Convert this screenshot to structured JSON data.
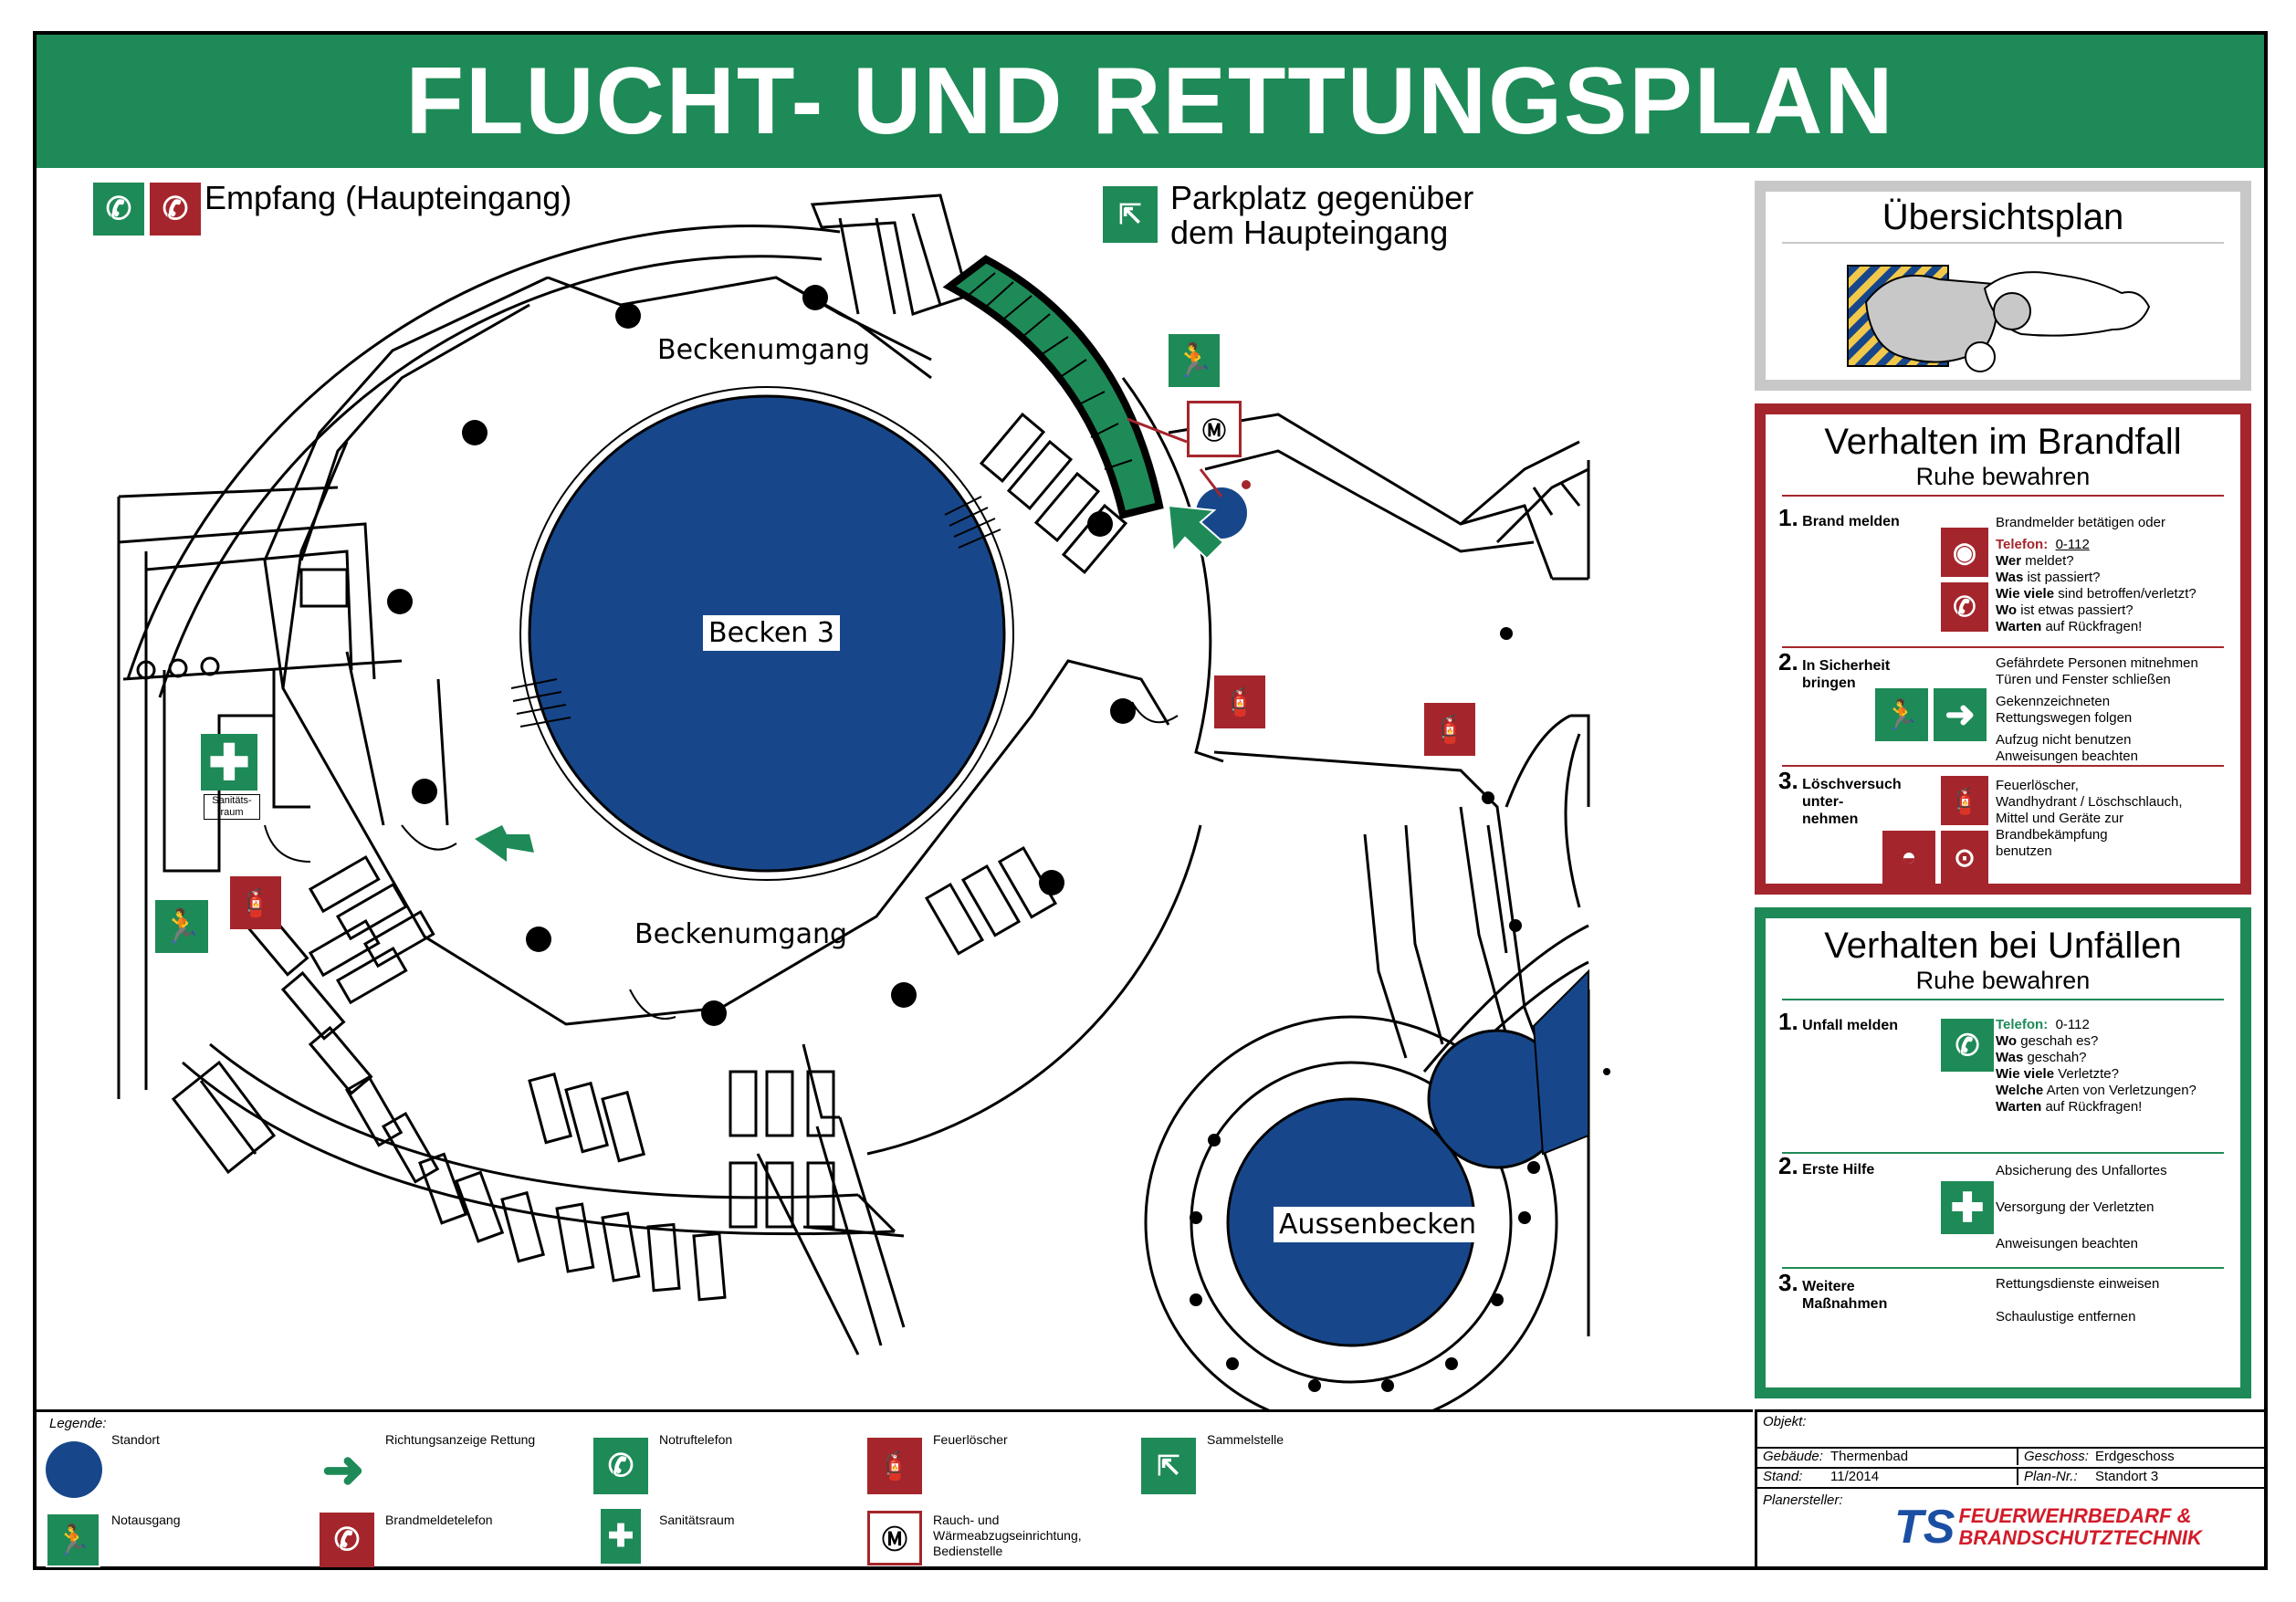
{
  "title": "FLUCHT- UND RETTUNGSPLAN",
  "map": {
    "reception_label": "Empfang (Haupteingang)",
    "assembly_label_line1": "Parkplatz gegenüber",
    "assembly_label_line2": "dem Haupteingang",
    "walkway_top": "Beckenumgang",
    "walkway_bottom": "Beckenumgang",
    "pool_main": "Becken 3",
    "pool_outdoor": "Aussenbecken",
    "first_aid_room": "Sanitäts-raum"
  },
  "colors": {
    "green": "#1e8a57",
    "red": "#a4262c",
    "pool": "#17478a",
    "grey": "#c8c8c8"
  },
  "overview": {
    "title": "Übersichtsplan"
  },
  "fire": {
    "title": "Verhalten im Brandfall",
    "subtitle": "Ruhe bewahren",
    "step1": {
      "num": "1.",
      "label": "Brand melden"
    },
    "step1_lines": {
      "l1": "Brandmelder betätigen oder",
      "phone_label": "Telefon:",
      "phone_value": "0-112",
      "who_b": "Wer",
      "who": " meldet?",
      "what_b": "Was",
      "what": " ist passiert?",
      "howmany_b": "Wie viele",
      "howmany": " sind betroffen/verletzt?",
      "where_b": "Wo",
      "where": " ist etwas passiert?",
      "wait_b": "Warten",
      "wait": " auf Rückfragen!"
    },
    "step2": {
      "num": "2.",
      "label1": "In Sicherheit",
      "label2": "bringen"
    },
    "step2_lines": {
      "l1": "Gefährdete Personen mitnehmen",
      "l2": "Türen und Fenster schließen",
      "l3": "Gekennzeichneten",
      "l4": "Rettungswegen folgen",
      "l5": "Aufzug nicht benutzen",
      "l6": "Anweisungen beachten"
    },
    "step3": {
      "num": "3.",
      "label1": "Löschversuch",
      "label2": "unter-",
      "label3": "nehmen"
    },
    "step3_lines": {
      "l1": "Feuerlöscher,",
      "l2": "Wandhydrant / Löschschlauch,",
      "l3": "Mittel und Geräte zur",
      "l4": "Brandbekämpfung",
      "l5": "benutzen"
    }
  },
  "accident": {
    "title": "Verhalten bei Unfällen",
    "subtitle": "Ruhe bewahren",
    "step1": {
      "num": "1.",
      "label": "Unfall melden"
    },
    "step1_lines": {
      "phone_label": "Telefon:",
      "phone_value": "0-112",
      "where_b": "Wo",
      "where": " geschah es?",
      "what_b": "Was",
      "what": " geschah?",
      "howmany_b": "Wie viele",
      "howmany": " Verletzte?",
      "which_b": "Welche",
      "which": " Arten von Verletzungen?",
      "wait_b": "Warten",
      "wait": " auf Rückfragen!"
    },
    "step2": {
      "num": "2.",
      "label": "Erste Hilfe"
    },
    "step2_lines": {
      "l1": "Absicherung des Unfallortes",
      "l2": "Versorgung der Verletzten",
      "l3": "Anweisungen beachten"
    },
    "step3": {
      "num": "3.",
      "label1": "Weitere",
      "label2": "Maßnahmen"
    },
    "step3_lines": {
      "l1": "Rettungsdienste einweisen",
      "l2": "Schaulustige entfernen"
    }
  },
  "legend": {
    "title": "Legende:",
    "standort": "Standort",
    "direction": "Richtungsanzeige Rettung",
    "emergency_phone": "Notruftelefon",
    "extinguisher": "Feuerlöscher",
    "assembly": "Sammelstelle",
    "exit": "Notausgang",
    "fire_alarm_phone": "Brandmeldetelefon",
    "first_aid": "Sanitätsraum",
    "smoke1": "Rauch- und",
    "smoke2": "Wärmeabzugseinrichtung,",
    "smoke3": "Bedienstelle"
  },
  "info": {
    "objekt_label": "Objekt:",
    "gebaeude_label": "Gebäude:",
    "gebaeude_value": "Thermenbad",
    "geschoss_label": "Geschoss:",
    "geschoss_value": "Erdgeschoss",
    "stand_label": "Stand:",
    "stand_value": "11/2014",
    "plan_label": "Plan-Nr.:",
    "plan_value": "Standort 3",
    "planer_label": "Planersteller:",
    "logo_initials": "TS",
    "logo_line1": "FEUERWEHRBEDARF &",
    "logo_line2": "BRANDSCHUTZTECHNIK"
  }
}
